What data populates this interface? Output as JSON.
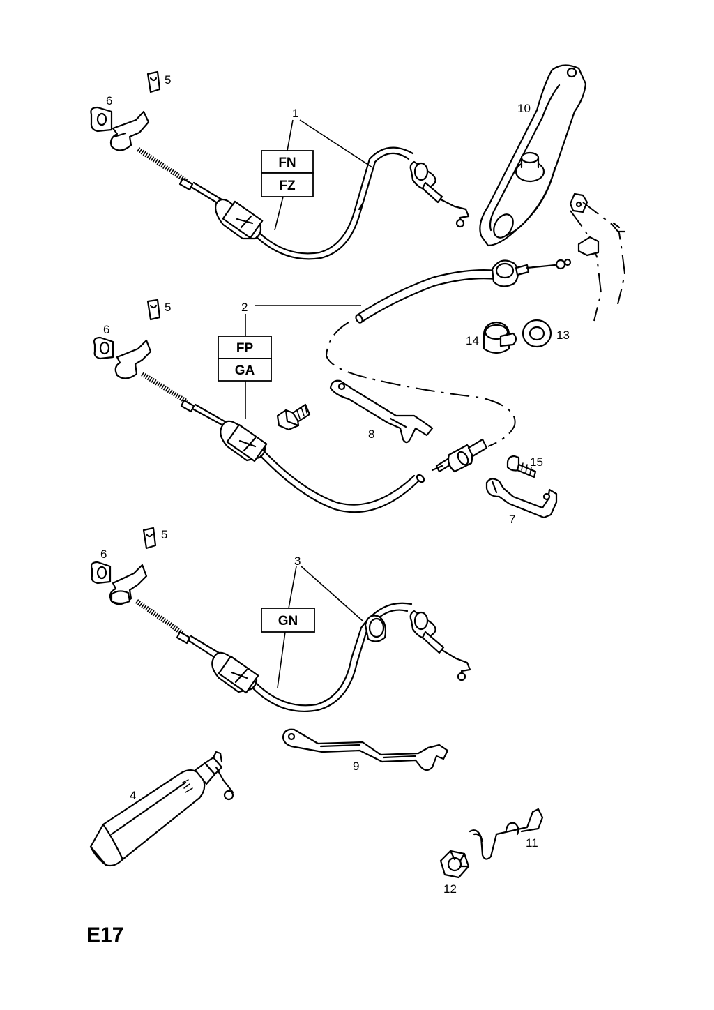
{
  "page_label": "E17",
  "callouts": {
    "p1": "1",
    "p2": "2",
    "p3": "3",
    "p4": "4",
    "p5a": "5",
    "p5b": "5",
    "p5c": "5",
    "p6a": "6",
    "p6b": "6",
    "p6c": "6",
    "p7": "7",
    "p8": "8",
    "p9": "9",
    "p10": "10",
    "p11": "11",
    "p12": "12",
    "p13": "13",
    "p14": "14",
    "p15": "15"
  },
  "codes": {
    "cable1": [
      "FN",
      "FZ"
    ],
    "cable2": [
      "FP",
      "GA"
    ],
    "cable3": [
      "GN"
    ]
  }
}
